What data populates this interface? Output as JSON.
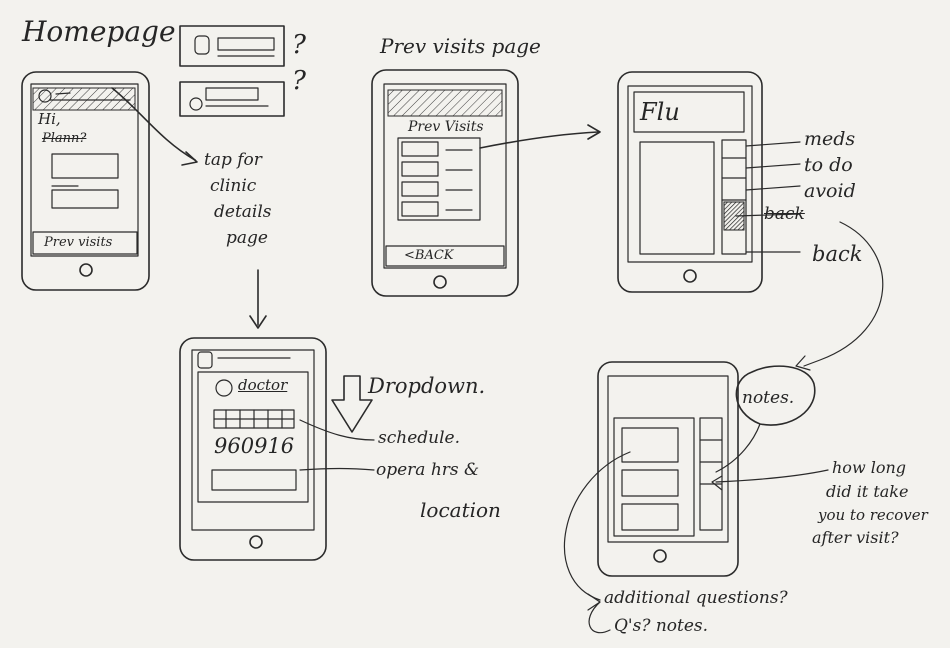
{
  "titles": {
    "homepage": "Homepage",
    "prev_visits_page": "Prev visits page"
  },
  "homepage": {
    "greeting": "Hi,",
    "greeting_name": "Plann?",
    "prev_visits_bar": "Prev visits",
    "card_question_1": "?",
    "card_question_2": "?",
    "tap_note": [
      "tap for",
      "clinic",
      "details",
      "page"
    ]
  },
  "prev_visits": {
    "heading": "Prev Visits",
    "back_bar": "<BACK"
  },
  "visit_detail": {
    "title": "Flu",
    "menu": [
      "meds",
      "to do",
      "avoid",
      "back",
      "back"
    ]
  },
  "clinic_details": {
    "doctor": "doctor",
    "code": "960916",
    "dropdown": "Dropdown.",
    "schedule": "schedule.",
    "hours": [
      "opera hrs &",
      "location"
    ]
  },
  "notes_screen": {
    "bubble": "notes.",
    "question": [
      "how long",
      "did it take",
      "you to recover",
      "after visit?"
    ],
    "additional": "additional questions?",
    "qs_notes": "Q's? notes."
  }
}
